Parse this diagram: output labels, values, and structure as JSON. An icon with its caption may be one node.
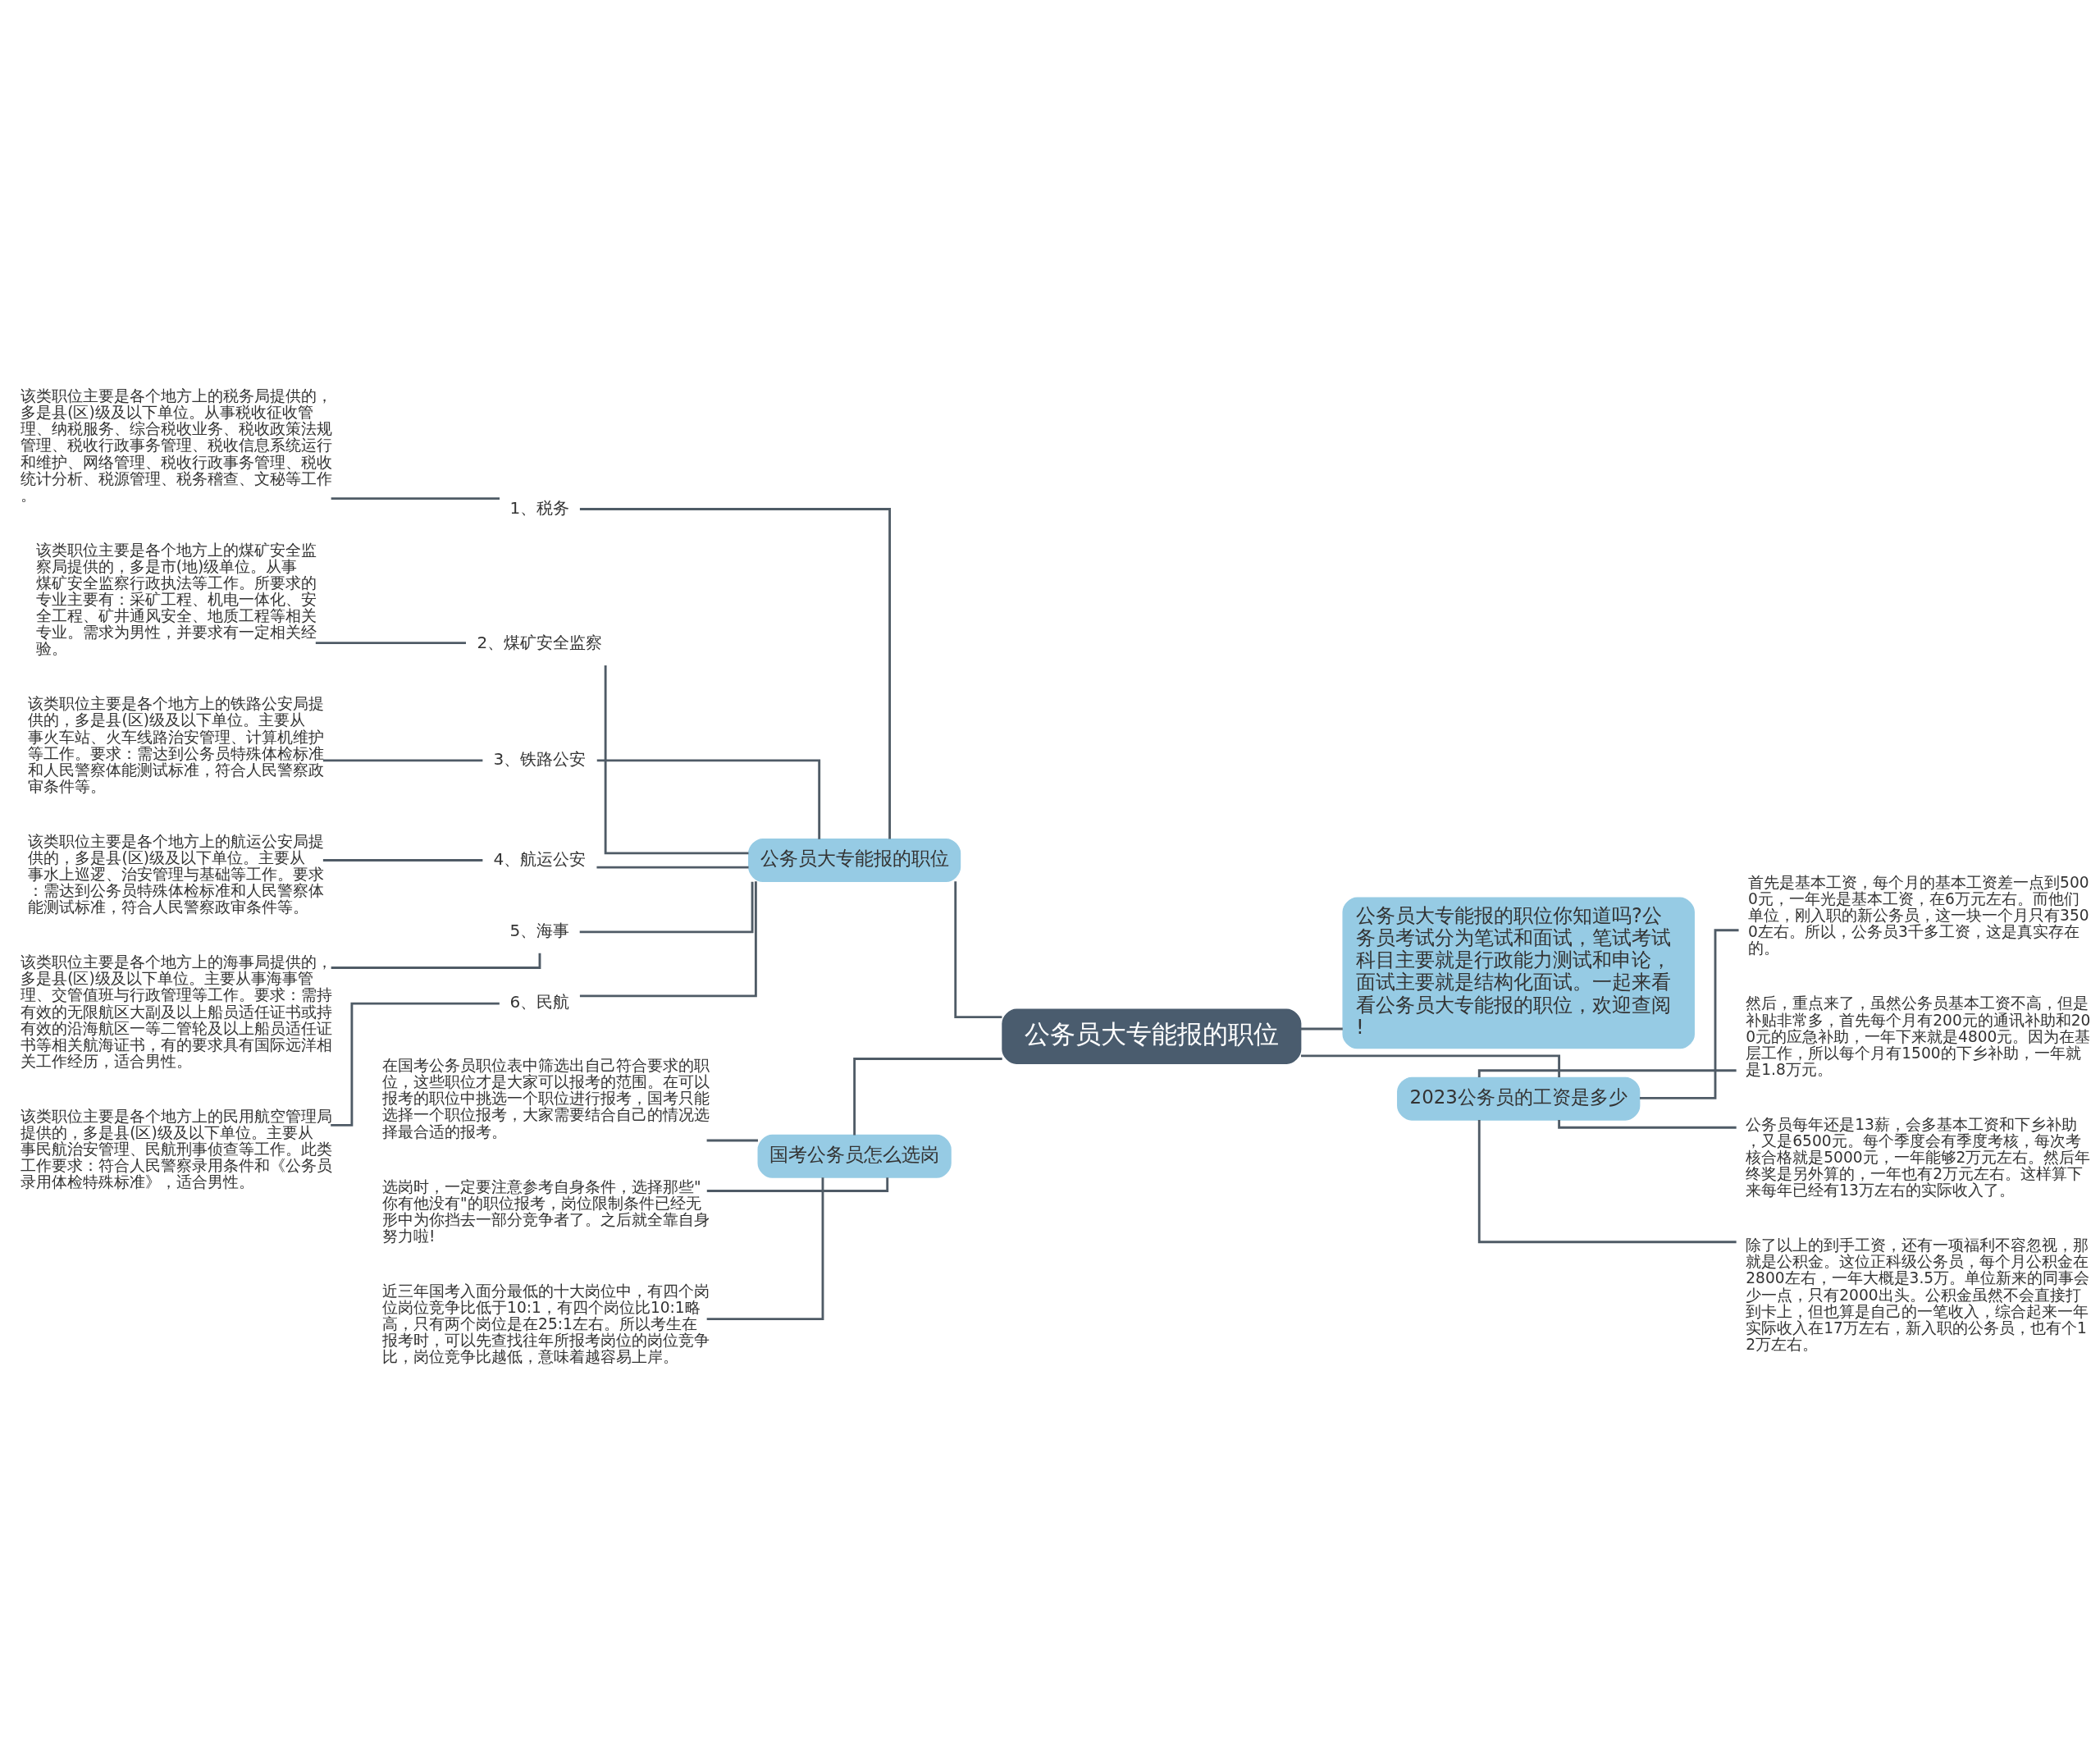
{
  "diagram": {
    "nodes": [
      {
        "text": [
          "公务员大专能报的职位"
        ]
      },
      {
        "text": [
          "公务员大专能报的职位"
        ]
      },
      {
        "text": [
          "1、税务"
        ]
      },
      {
        "text": [
          "该类职位主要是各个地方上的税务局提供的，多是县(区)级及以下单位。从事税收征收管理、纳税服务、综合税收业务、税收政策法规管理、税收行政事务管理、税收信息系统运行和维护、网络管理、税收行政事务管理、税收统计分析、税源管理、税务稽查、文秘等工作。"
        ]
      },
      {
        "text": [
          "2、煤矿安全监察"
        ]
      },
      {
        "text": [
          "该类职位主要是各个地方上的煤矿安全监察局提供的，多是市(地)级单位。从事煤矿安全监察行政执法等工作。所要求的专业主要有：采矿工程、机电一体化、安全工程、矿井通风安全、地质工程等相关专业。需求为男性，并要求有一定相关经验。"
        ]
      },
      {
        "text": [
          "3、铁路公安"
        ]
      },
      {
        "text": [
          "该类职位主要是各个地方上的铁路公安局提供的，多是县(区)级及以下单位。主要从事火车站、火车线路治安管理、计算机维护等工作。要求：需达到公务员特殊体检标准和人民警察体能测试标准，符合人民警察政审条件等。"
        ]
      },
      {
        "text": [
          "4、航运公安"
        ]
      },
      {
        "text": [
          "该类职位主要是各个地方上的航运公安局提供的，多是县(区)级及以下单位。主要从事水上巡逻、治安管理与基础等工作。要求：需达到公务员特殊体检标准和人民警察体能测试标准，符合人民警察政审条件等。"
        ]
      },
      {
        "text": [
          "5、海事"
        ]
      },
      {
        "text": [
          "该类职位主要是各个地方上的海事局提供的，多是县(区)级及以下单位。主要从事海事管理、交管值班与行政管理等工作。要求：需持有效的无限航区大副及以上船员适任证书或持有效的沿海航区一等二管轮及以上船员适任证书等相关航海证书，有的要求具有国际远洋相关工作经历，适合男性。"
        ]
      },
      {
        "text": [
          "6、民航"
        ]
      },
      {
        "text": [
          "该类职位主要是各个地方上的民用航空管理局提供的，多是县(区)级及以下单位。主要从事民航治安管理、民航刑事侦查等工作。此类工作要求：符合人民警察录用条件和《公务员录用体检特殊标准》，适合男性。"
        ]
      },
      {
        "text": [
          "国考公务员怎么选岗"
        ]
      },
      {
        "text": [
          "在国考公务员职位表中筛选出自己符合要求的职位，这些职位才是大家可以报考的范围。在可以报考的职位中挑选一个职位进行报考，国考只能选择一个职位报考，大家需要结合自己的情况选择最合适的报考。"
        ]
      },
      {
        "text": [
          "选岗时，一定要注意参考自身条件，选择那些\"你有他没有\"的职位报考，岗位限制条件已经无形中为你挡去一部分竞争者了。之后就全靠自身努力啦!"
        ]
      },
      {
        "text": [
          "近三年国考入面分最低的十大岗位中，有四个岗位岗位竞争比低于10:1，有四个岗位比10:1略高，只有两个岗位是在25:1左右。所以考生在报考时，可以先查找往年所报考岗位的岗位竞争比，岗位竞争比越低，意味着越容易上岸。"
        ]
      },
      {
        "text": [
          "公务员大专能报的职位你知道吗?公务员考试分为笔试和面试，笔试考试科目主要就是行政能力测试和申论，面试主要就是结构化面试。一起来看看公务员大专能报的职位，欢迎查阅!"
        ]
      },
      {
        "text": [
          "2023公务员的工资是多少"
        ]
      },
      {
        "text": [
          "首先是基本工资，每个月的基本工资差一点到5000元，一年光是基本工资，在6万元左右。而他们单位，刚入职的新公务员，这一块一个月只有3500左右。所以，公务员3千多工资，这是真实存在的。"
        ]
      },
      {
        "text": [
          "然后，重点来了，虽然公务员基本工资不高，但是补贴非常多，首先每个月有200元的通讯补助和200元的应急补助，一年下来就是4800元。因为在基层工作，所以每个月有1500的下乡补助，一年就是1.8万元。"
        ]
      },
      {
        "text": [
          "公务员每年还是13薪，会多基本工资和下乡补助，又是6500元。每个季度会有季度考核，每次考核合格就是5000元，一年能够2万元左右。然后年终奖是另外算的，一年也有2万元左右。这样算下来每年已经有13万左右的实际收入了。"
        ]
      },
      {
        "text": [
          "除了以上的到手工资，还有一项福利不容忽视，那就是公积金。这位正科级公务员，每个月公积金在2800左右，一年大概是3.5万。单位新来的同事会少一点，只有2000出头。公积金虽然不会直接打到卡上，但也算是自己的一笔收入，综合起来一年实际收入在17万左右，新入职的公务员，也有个12万左右。"
        ]
      }
    ],
    "edges": [
      {
        "from": 0,
        "to": 1,
        "arrow": "none"
      },
      {
        "from": 1,
        "to": 2,
        "arrow": "none"
      },
      {
        "from": 2,
        "to": 3,
        "arrow": "none"
      },
      {
        "from": 1,
        "to": 4,
        "arrow": "none"
      },
      {
        "from": 4,
        "to": 5,
        "arrow": "none"
      },
      {
        "from": 1,
        "to": 6,
        "arrow": "none"
      },
      {
        "from": 6,
        "to": 7,
        "arrow": "none"
      },
      {
        "from": 1,
        "to": 8,
        "arrow": "none"
      },
      {
        "from": 8,
        "to": 9,
        "arrow": "none"
      },
      {
        "from": 1,
        "to": 10,
        "arrow": "none"
      },
      {
        "from": 10,
        "to": 11,
        "arrow": "none"
      },
      {
        "from": 1,
        "to": 12,
        "arrow": "none"
      },
      {
        "from": 12,
        "to": 13,
        "arrow": "none"
      },
      {
        "from": 0,
        "to": 14,
        "arrow": "none"
      },
      {
        "from": 14,
        "to": 15,
        "arrow": "none"
      },
      {
        "from": 14,
        "to": 16,
        "arrow": "none"
      },
      {
        "from": 14,
        "to": 17,
        "arrow": "none"
      },
      {
        "from": 0,
        "to": 18,
        "arrow": "none"
      },
      {
        "from": 0,
        "to": 19,
        "arrow": "none"
      },
      {
        "from": 19,
        "to": 20,
        "arrow": "none"
      },
      {
        "from": 19,
        "to": 21,
        "arrow": "none"
      },
      {
        "from": 19,
        "to": 22,
        "arrow": "none"
      },
      {
        "from": 19,
        "to": 23,
        "arrow": "none"
      }
    ]
  }
}
